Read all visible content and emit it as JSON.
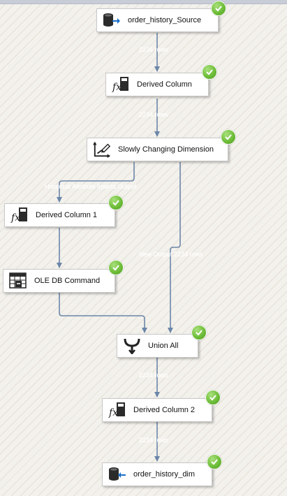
{
  "components": {
    "source": {
      "label": "order_history_Source",
      "icon": "ole-db-source-icon",
      "status": "success"
    },
    "derived_column": {
      "label": "Derived Column",
      "icon": "derived-column-icon",
      "status": "success"
    },
    "scd": {
      "label": "Slowly Changing Dimension",
      "icon": "slowly-changing-dimension-icon",
      "status": "success"
    },
    "derived_column_1": {
      "label": "Derived Column 1",
      "icon": "derived-column-icon",
      "status": "success"
    },
    "ole_db_command": {
      "label": "OLE DB Command",
      "icon": "ole-db-command-icon",
      "status": "success"
    },
    "union_all": {
      "label": "Union All",
      "icon": "union-all-icon",
      "status": "success"
    },
    "derived_column_2": {
      "label": "Derived Column 2",
      "icon": "derived-column-icon",
      "status": "success"
    },
    "destination": {
      "label": "order_history_dim",
      "icon": "ole-db-destination-icon",
      "status": "success"
    }
  },
  "paths": {
    "source_to_derived": "2234 rows",
    "derived_to_scd": "2234 rows",
    "scd_to_derived1": "Historical Attribute Inserts Output",
    "scd_to_union": "New Output 2234 rows",
    "union_to_derived2": "2234 rows",
    "derived2_to_dest": "2234 rows"
  },
  "colors": {
    "connector": "#6b86a8",
    "success": "#6fbe3a"
  }
}
